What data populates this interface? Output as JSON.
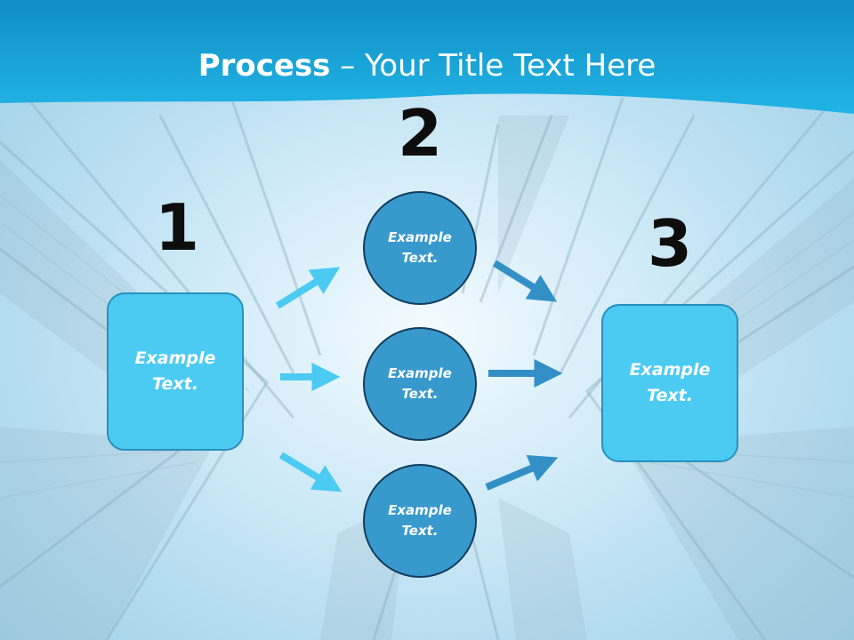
{
  "title": {
    "bold": "Process",
    "rest": " – Your Title Text Here"
  },
  "steps": [
    {
      "number": "1",
      "text": "Example Text."
    },
    {
      "number": "2",
      "items": [
        "Example Text.",
        "Example Text.",
        "Example Text."
      ]
    },
    {
      "number": "3",
      "text": "Example Text."
    }
  ],
  "colors": {
    "header": "#1aa6dd",
    "box_fill": "#4ccbf2",
    "circle_fill": "#3899cd",
    "arrow_light": "#4ccbf2",
    "arrow_dark": "#3390c6"
  }
}
